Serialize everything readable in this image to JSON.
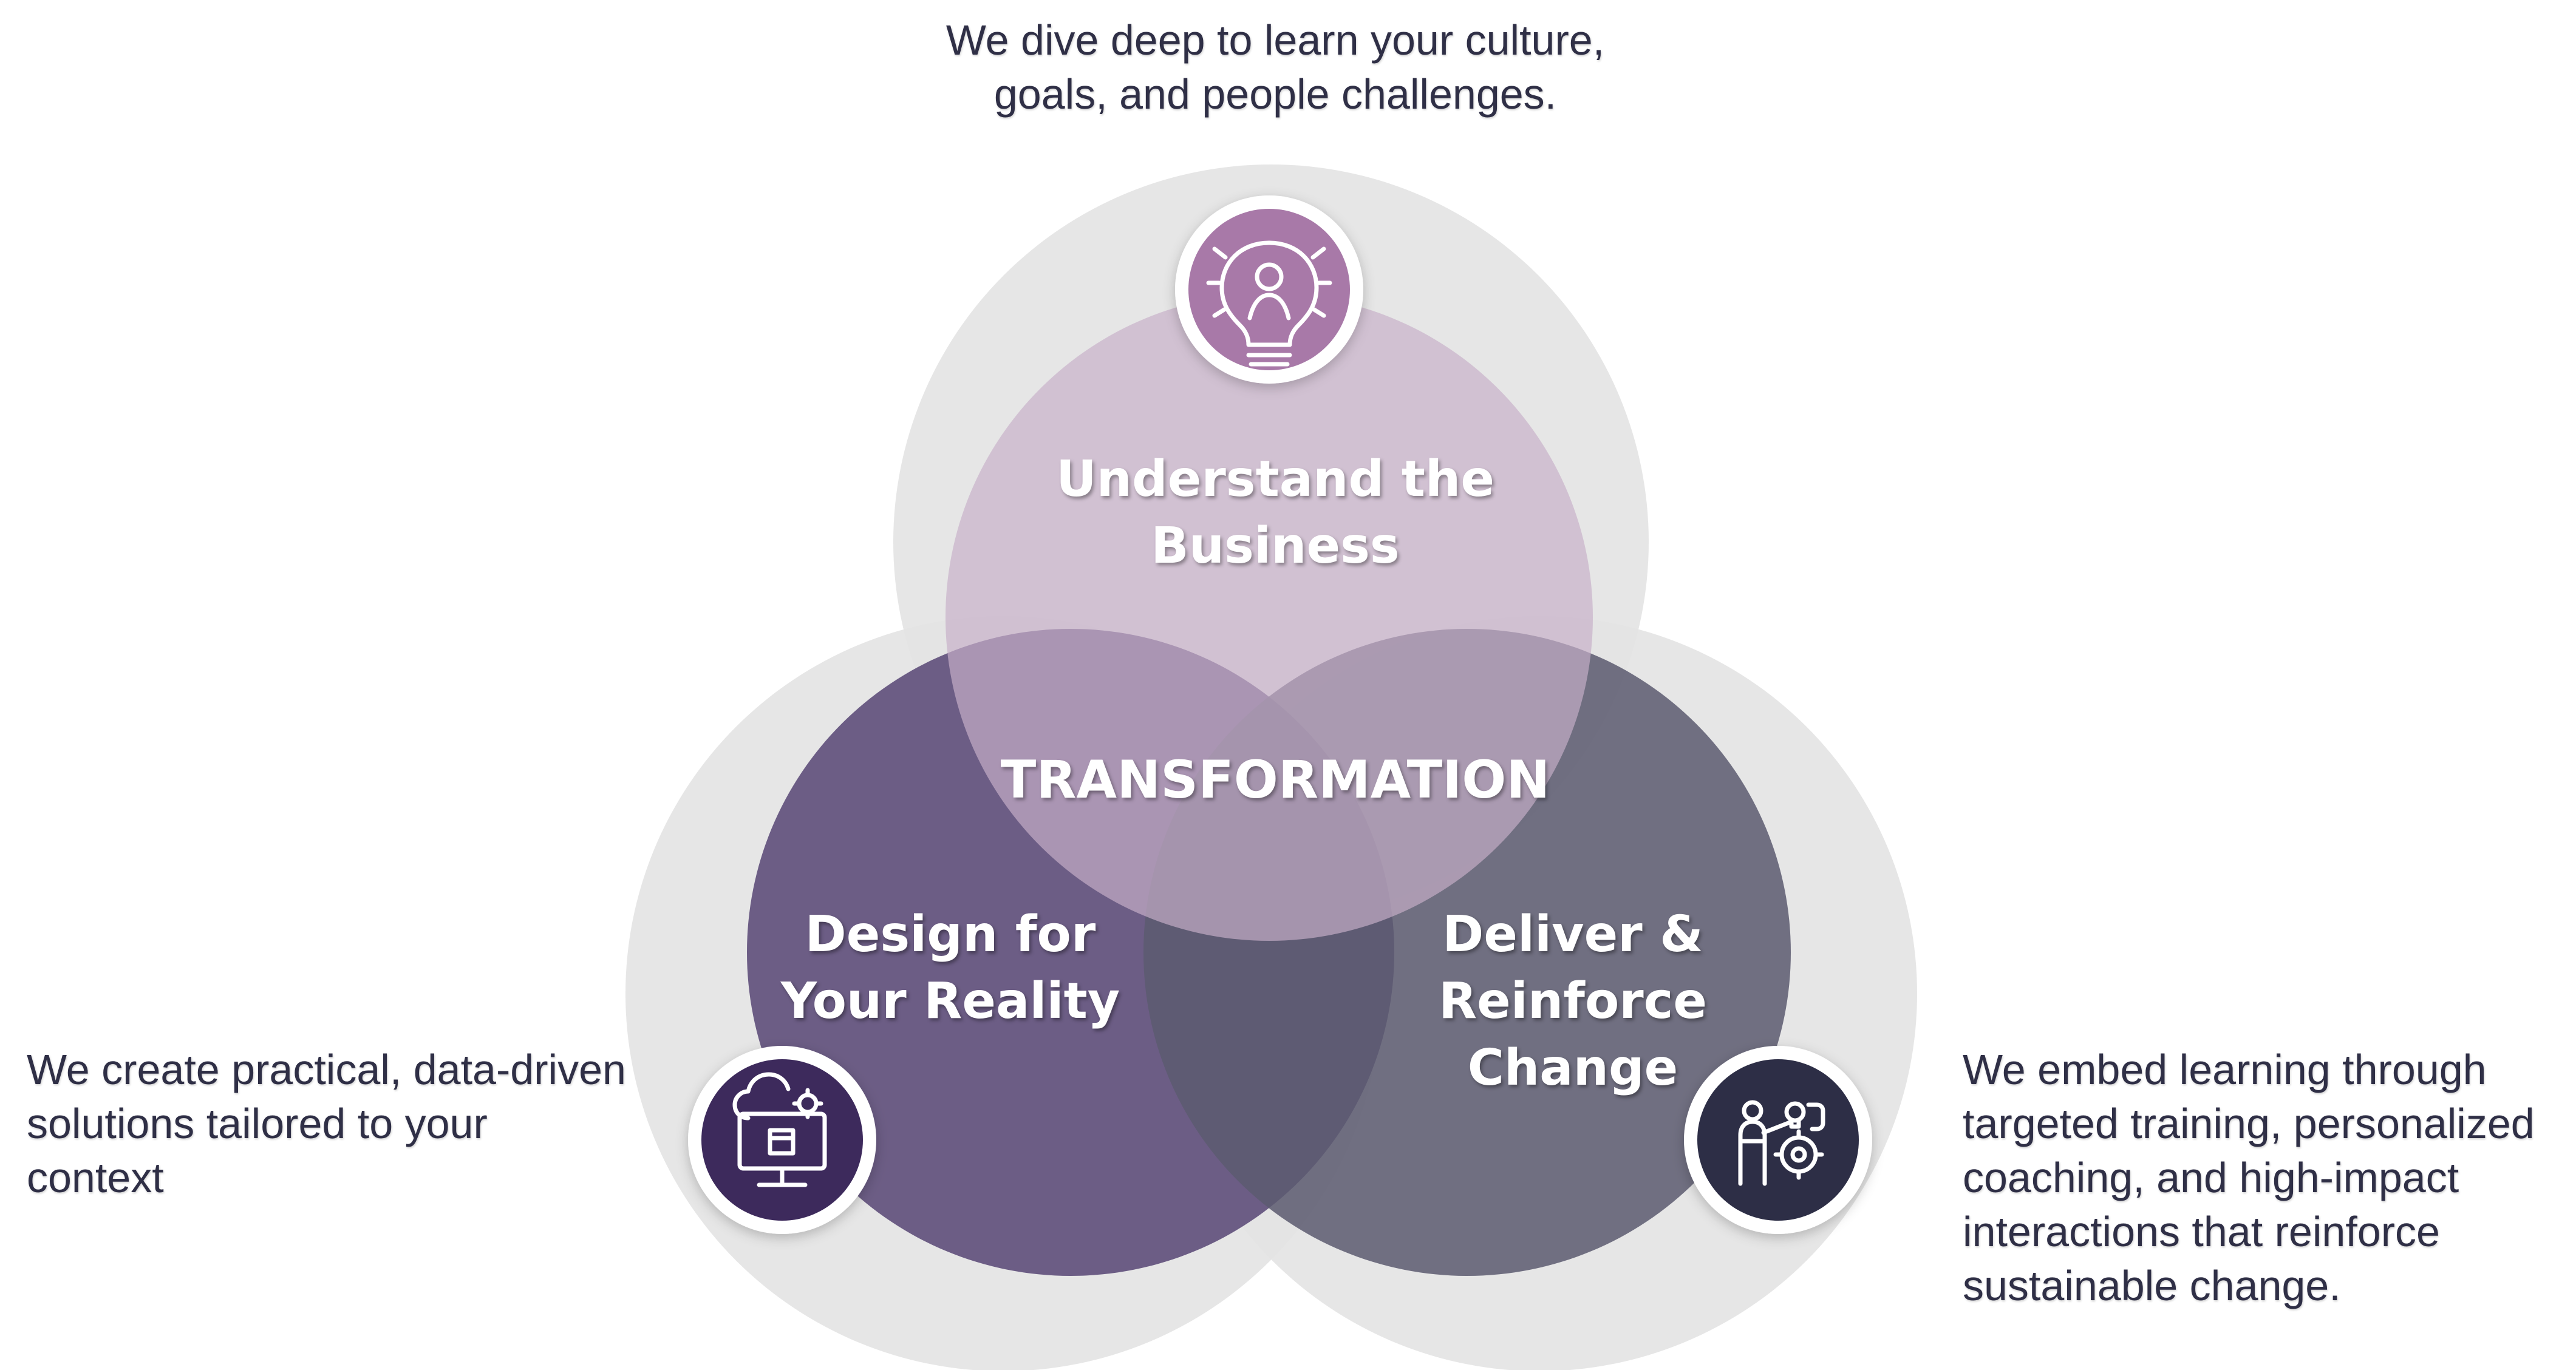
{
  "diagram": {
    "center_label": "TRANSFORMATION",
    "colors": {
      "outer_ring": "#e3e3e3",
      "top_circle": "#c7afc8",
      "left_circle": "#5b4a78",
      "right_circle": "#5c5b70",
      "top_icon_badge": "#a879a8",
      "left_icon_badge": "#3d2a5c",
      "right_icon_badge": "#2d2e46",
      "description_text": "#2f2f46"
    },
    "phases": [
      {
        "id": "understand",
        "title_line1": "Understand the",
        "title_line2": "Business",
        "description_line1": "We dive deep to learn your culture,",
        "description_line2": "goals, and people challenges.",
        "icon": "lightbulb-person-icon"
      },
      {
        "id": "design",
        "title_line1": "Design for",
        "title_line2": "Your Reality",
        "description_line1": "We create practical, data-driven",
        "description_line2": "solutions tailored to your",
        "description_line3": "context",
        "icon": "computer-cloud-gear-icon"
      },
      {
        "id": "deliver",
        "title_line1": "Deliver &",
        "title_line2": "Reinforce",
        "title_line3": "Change",
        "description_line1": "We embed learning through",
        "description_line2": "targeted training, personalized",
        "description_line3": "coaching, and high-impact",
        "description_line4": "interactions that reinforce",
        "description_line5": "sustainable change.",
        "icon": "presenter-gear-icon"
      }
    ]
  }
}
